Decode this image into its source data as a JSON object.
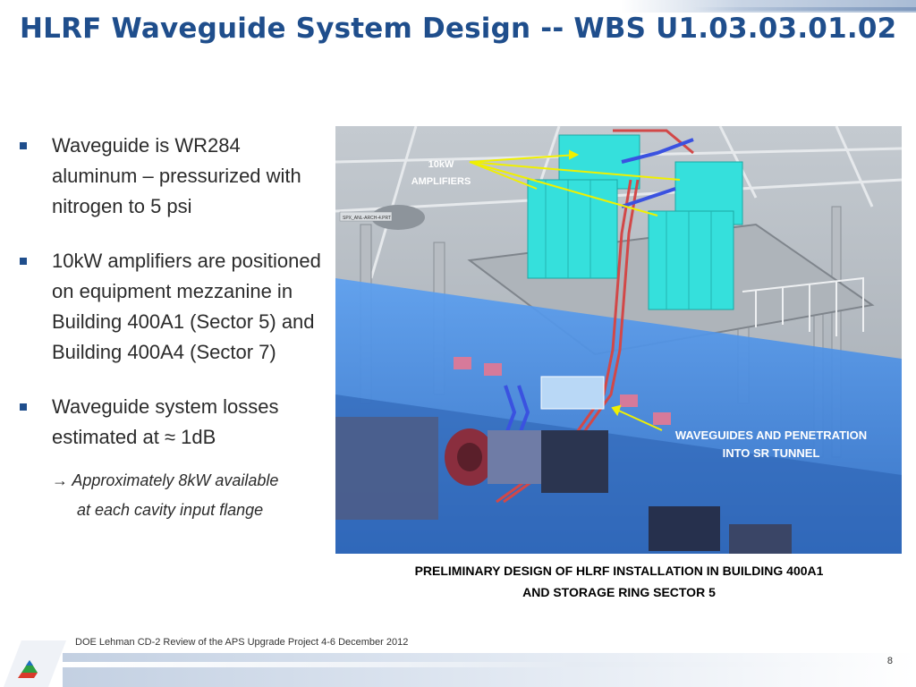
{
  "slide": {
    "title": "HLRF Waveguide System Design -- WBS U1.03.03.01.02",
    "bullets": [
      "Waveguide is WR284 aluminum – pressurized with nitrogen to 5 psi",
      "10kW amplifiers are positioned on equipment mezzanine in Building 400A1 (Sector 5) and Building 400A4 (Sector 7)",
      "Waveguide system losses estimated at ≈ 1dB"
    ],
    "sub_note_line1": "→ Approximately 8kW available",
    "sub_note_line2": "at each cavity input flange",
    "figure": {
      "label_amplifiers_line1": "10kW",
      "label_amplifiers_line2": "AMPLIFIERS",
      "label_waveguides_line1": "WAVEGUIDES AND PENETRATION",
      "label_waveguides_line2": "INTO SR TUNNEL",
      "tag_text": "SPX_ANL-ARCH-4.PRT",
      "colors": {
        "amplifier": "#35e0dc",
        "waveguide": "#d24848",
        "arrow": "#f0f000",
        "tunnel": "#3f8fe6"
      }
    },
    "caption_line1": "PRELIMINARY DESIGN OF HLRF INSTALLATION IN BUILDING 400A1",
    "caption_line2": "AND STORAGE RING SECTOR 5",
    "footer": "DOE Lehman CD-2 Review of the APS Upgrade Project    4-6 December  2012",
    "page_number": "8",
    "accent_color": "#1f4e8c"
  }
}
